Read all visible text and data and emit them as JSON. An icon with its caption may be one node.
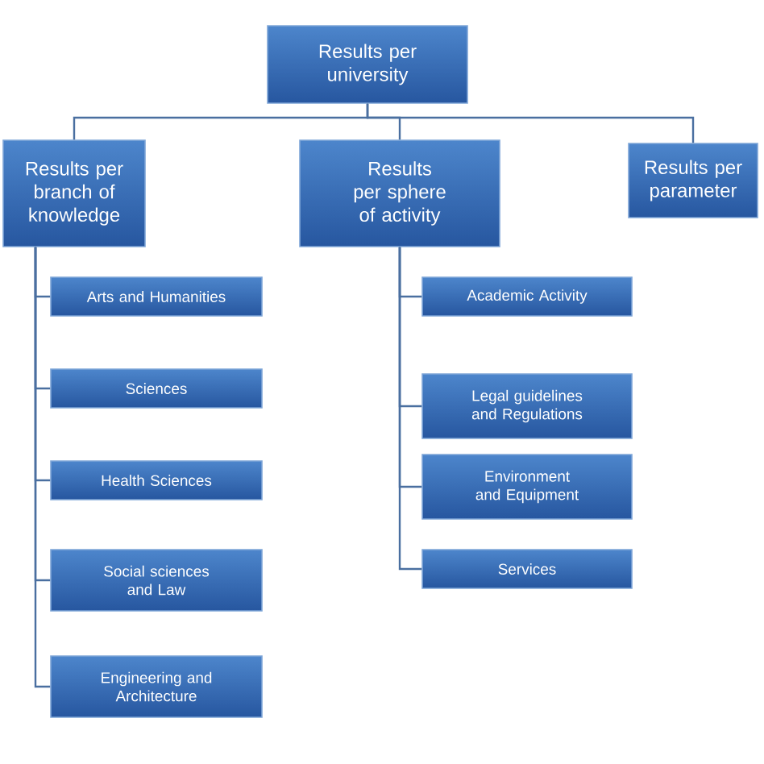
{
  "diagram": {
    "nodes": [
      {
        "text": [
          "Results per university"
        ]
      },
      {
        "text": [
          "Results per branch of knowledge"
        ]
      },
      {
        "text": [
          "Results per sphere of activity"
        ]
      },
      {
        "text": [
          "Results per parameter"
        ]
      },
      {
        "text": [
          "Arts and Humanities"
        ]
      },
      {
        "text": [
          "Sciences"
        ]
      },
      {
        "text": [
          "Health Sciences"
        ]
      },
      {
        "text": [
          "Social sciences and Law"
        ]
      },
      {
        "text": [
          "Engineering and Architecture"
        ]
      },
      {
        "text": [
          "Academic Activity"
        ]
      },
      {
        "text": [
          "Legal guidelines and Regulations"
        ]
      },
      {
        "text": [
          "Environment and Equipment"
        ]
      },
      {
        "text": [
          "Services"
        ]
      }
    ],
    "edges": [
      {
        "from": 0,
        "to": 1,
        "arrow": "none"
      },
      {
        "from": 0,
        "to": 2,
        "arrow": "none"
      },
      {
        "from": 0,
        "to": 3,
        "arrow": "none"
      },
      {
        "from": 1,
        "to": 4,
        "arrow": "none"
      },
      {
        "from": 1,
        "to": 5,
        "arrow": "none"
      },
      {
        "from": 1,
        "to": 6,
        "arrow": "none"
      },
      {
        "from": 1,
        "to": 7,
        "arrow": "none"
      },
      {
        "from": 1,
        "to": 8,
        "arrow": "none"
      },
      {
        "from": 2,
        "to": 9,
        "arrow": "none"
      },
      {
        "from": 2,
        "to": 10,
        "arrow": "none"
      },
      {
        "from": 2,
        "to": 11,
        "arrow": "none"
      },
      {
        "from": 2,
        "to": 12,
        "arrow": "none"
      }
    ]
  }
}
